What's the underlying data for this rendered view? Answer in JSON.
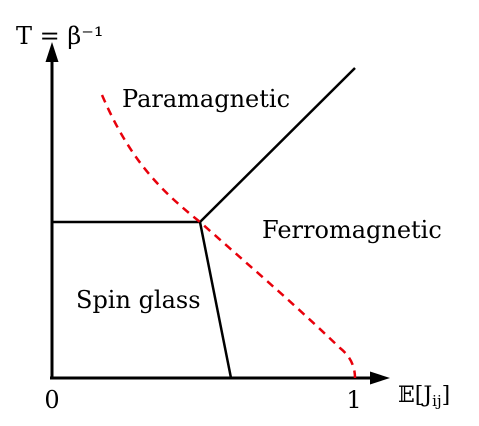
{
  "diagram": {
    "axes": {
      "y_label": "T = β⁻¹",
      "x_label": "𝔼[J",
      "x_label_sub": "ij",
      "x_label_close": "]",
      "x_tick_0": "0",
      "x_tick_1": "1"
    },
    "regions": {
      "paramagnetic": "Paramagnetic",
      "ferromagnetic": "Ferromagnetic",
      "spin_glass": "Spin glass"
    },
    "colors": {
      "axis": "#000000",
      "boundary": "#000000",
      "dashed_curve": "#e8000b"
    }
  }
}
